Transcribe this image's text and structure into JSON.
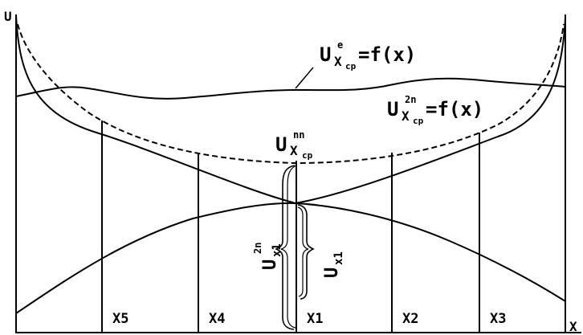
{
  "axes": {
    "y_label": "U",
    "x_label": "X"
  },
  "labels": {
    "curve_e": {
      "base": "U",
      "sub": "X",
      "subsub": "cp",
      "sup": "e",
      "rhs": "=f(x)"
    },
    "curve_2n": {
      "base": "U",
      "sub": "X",
      "subsub": "cp",
      "sup": "2n",
      "rhs": "=f(x)"
    },
    "point_nn": {
      "base": "U",
      "sub": "X",
      "subsub": "cp",
      "sup": "nn"
    },
    "ux1_2n": {
      "base": "U",
      "sub": "x1",
      "sup": "2n"
    },
    "ux1": {
      "base": "U",
      "sub": "x1"
    }
  },
  "segments": [
    "X5",
    "X4",
    "X1",
    "X2",
    "X3"
  ],
  "colors": {
    "ink": "#000000",
    "background": "#ffffff"
  }
}
